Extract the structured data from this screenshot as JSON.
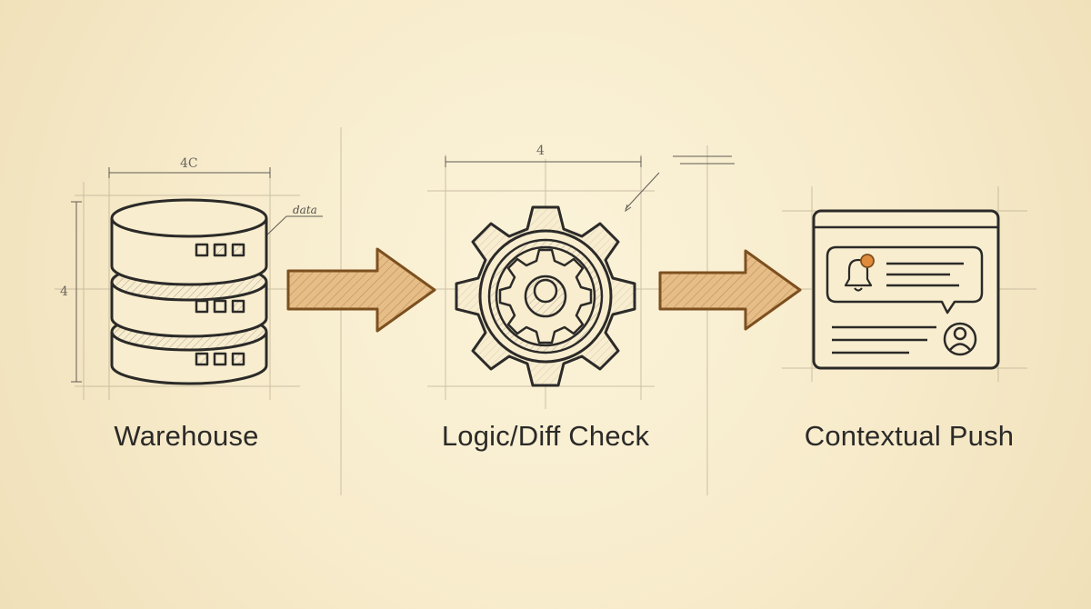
{
  "steps": [
    {
      "label": "Warehouse",
      "icon": "database-icon"
    },
    {
      "label": "Logic/Diff Check",
      "icon": "gear-icon"
    },
    {
      "label": "Contextual Push",
      "icon": "notification-window-icon"
    }
  ],
  "annotations": {
    "data_note": "data",
    "dim_warehouse_width": "4C",
    "dim_warehouse_height": "4",
    "dim_gear_width": "4"
  },
  "colors": {
    "background": "#f8edcf",
    "ink": "#2b2a28",
    "arrow_fill": "#e3b67c",
    "arrow_stroke": "#8a5a26",
    "accent": "#e08a3c"
  }
}
